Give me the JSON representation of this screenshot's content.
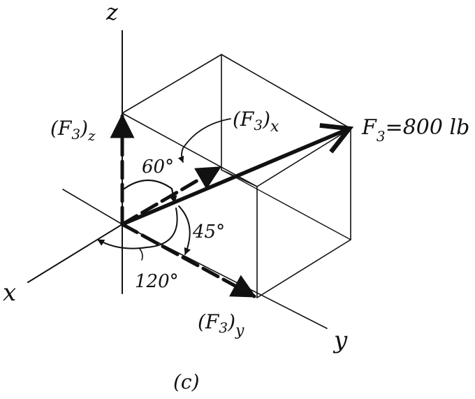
{
  "figure": {
    "axis_labels": {
      "z": "z",
      "x": "x",
      "y": "y"
    },
    "force": {
      "name": "F",
      "subscript": "3",
      "equals": "=",
      "magnitude": "800 lb"
    },
    "components": {
      "fz": {
        "text": "(F",
        "sub": "3",
        "close": ")",
        "axis": "z"
      },
      "fx": {
        "text": "(F",
        "sub": "3",
        "close": ")",
        "axis": "x"
      },
      "fy": {
        "text": "(F",
        "sub": "3",
        "close": ")",
        "axis": "y"
      }
    },
    "angles": {
      "alpha": "60°",
      "gamma": "45°",
      "beta": "120°"
    },
    "caption": "(c)"
  }
}
